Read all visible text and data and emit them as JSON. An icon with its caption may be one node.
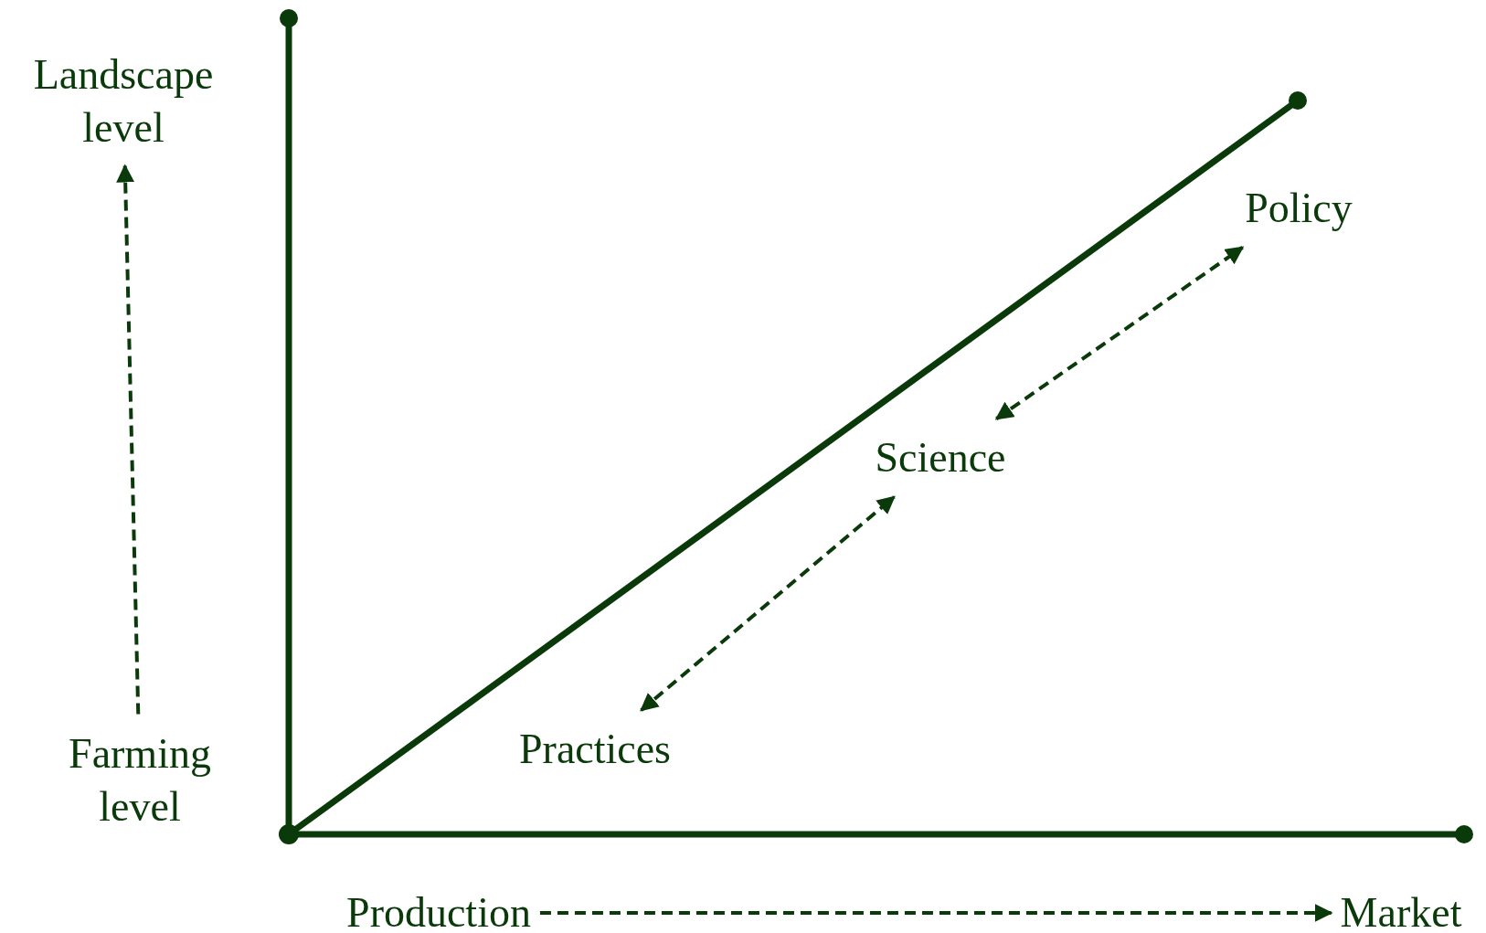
{
  "diagram": {
    "nodes": [
      {
        "text": [
          "Landscape level"
        ]
      },
      {
        "text": [
          "Farming level"
        ]
      },
      {
        "text": [
          "Production"
        ]
      },
      {
        "text": [
          "Market"
        ]
      },
      {
        "text": [
          "Policy"
        ]
      },
      {
        "text": [
          "Science"
        ]
      },
      {
        "text": [
          "Practices"
        ]
      }
    ],
    "edges": [
      {
        "from": 1,
        "to": 0,
        "arrow": "to",
        "style": "dashed"
      },
      {
        "from": 2,
        "to": 3,
        "arrow": "to",
        "style": "dashed"
      },
      {
        "from": 6,
        "to": 5,
        "arrow": "both",
        "style": "dashed"
      },
      {
        "from": 5,
        "to": 4,
        "arrow": "both",
        "style": "dashed"
      }
    ]
  }
}
